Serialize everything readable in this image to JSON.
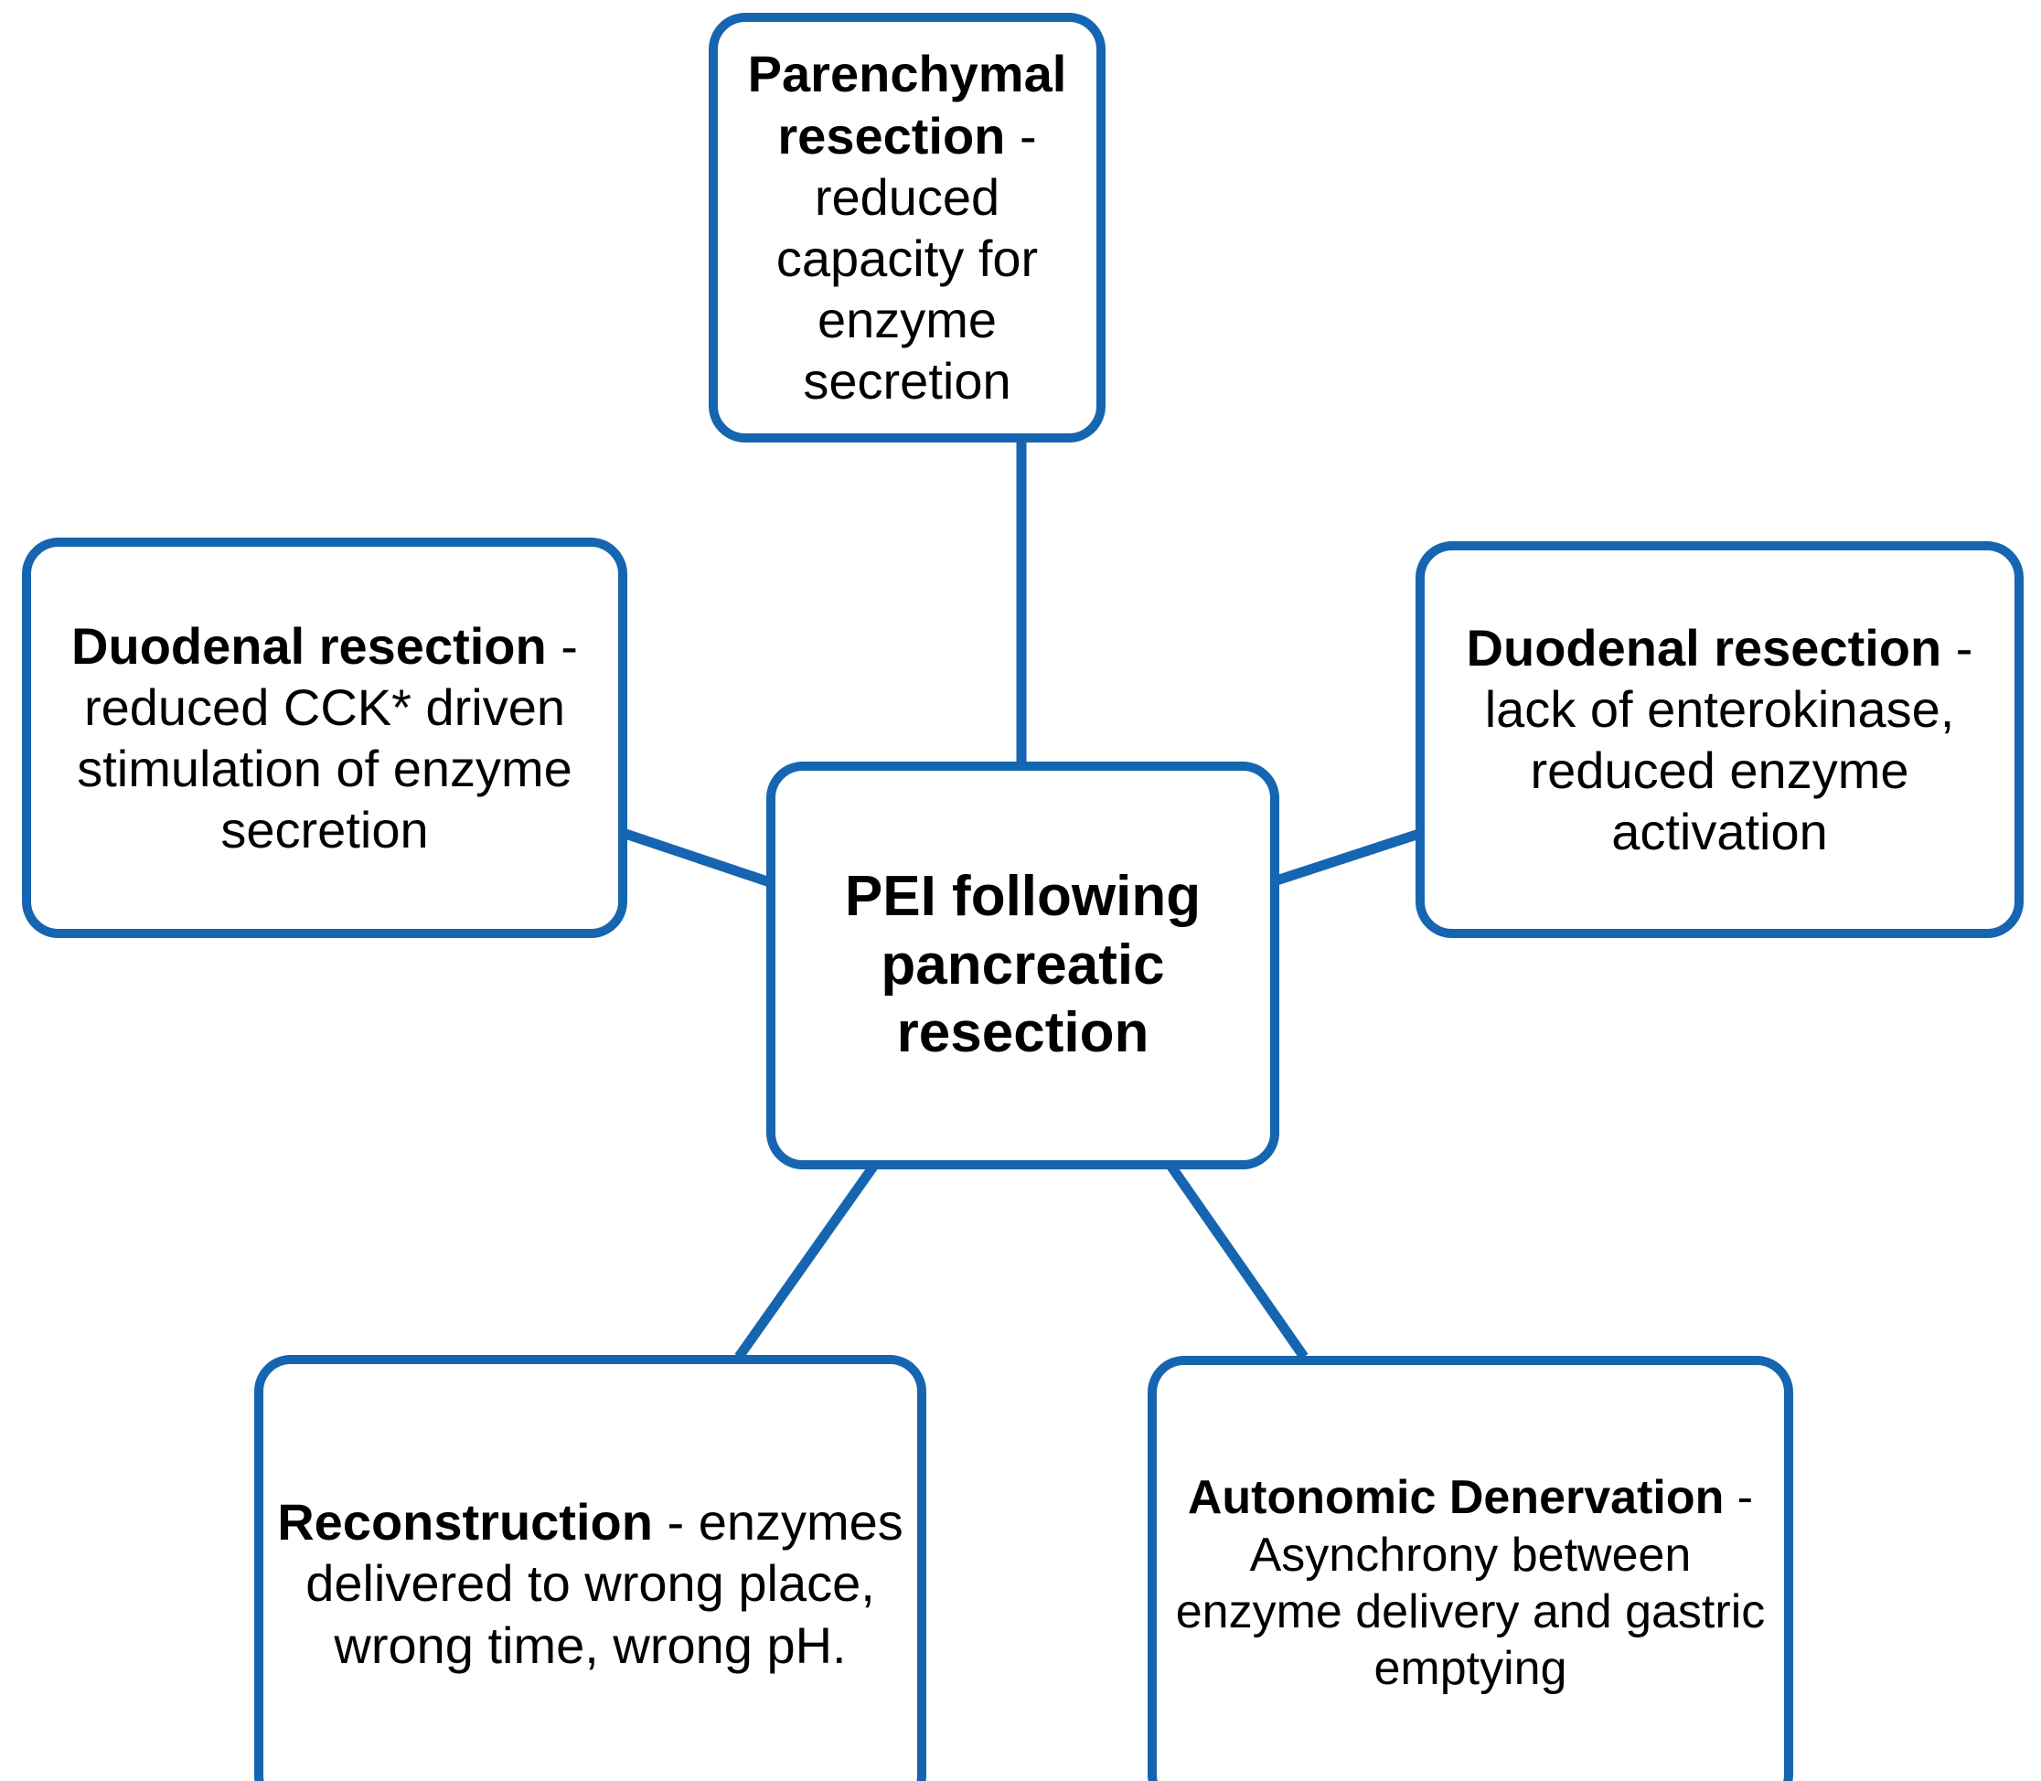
{
  "diagram": {
    "title_concept": "PEI following pancreatic resection",
    "accent_color": "#1565B0",
    "background_color": "#FFFFFF",
    "text_color": "#000000",
    "center": {
      "id": "pei-center",
      "text": "PEI following pancreatic resection",
      "emphasis": "all-bold"
    },
    "nodes": [
      {
        "id": "parenchymal",
        "position": "top",
        "heading": "Parenchymal resection",
        "body": " - reduced capacity for enzyme secretion",
        "full_text": "Parenchymal resection - reduced capacity for enzyme secretion"
      },
      {
        "id": "duodenal-cck",
        "position": "left",
        "heading": "Duodenal resection",
        "body": " - reduced CCK* driven stimulation of enzyme secretion",
        "full_text": "Duodenal resection - reduced CCK* driven stimulation of enzyme secretion"
      },
      {
        "id": "duodenal-enterokinase",
        "position": "right",
        "heading": "Duodenal resection",
        "body": " - lack of enterokinase, reduced enzyme activation",
        "full_text": "Duodenal resection - lack of enterokinase, reduced enzyme activation"
      },
      {
        "id": "reconstruction",
        "position": "bottom-left",
        "heading": "Reconstruction",
        "body": " - enzymes delivered to wrong place, wrong time, wrong pH.",
        "full_text": "Reconstruction - enzymes delivered to wrong place, wrong time, wrong pH."
      },
      {
        "id": "autonomic",
        "position": "bottom-right",
        "heading": "Autonomic Denervation",
        "body": " - Asynchrony between enzyme delivery and gastric emptying",
        "full_text": "Autonomic Denervation - Asynchrony between enzyme delivery and gastric emptying"
      }
    ],
    "connectors": [
      {
        "from": "pei-center",
        "to": "parenchymal",
        "style": "straight-vertical"
      },
      {
        "from": "pei-center",
        "to": "duodenal-cck",
        "style": "straight-diagonal"
      },
      {
        "from": "pei-center",
        "to": "duodenal-enterokinase",
        "style": "straight-diagonal"
      },
      {
        "from": "pei-center",
        "to": "reconstruction",
        "style": "straight-diagonal"
      },
      {
        "from": "pei-center",
        "to": "autonomic",
        "style": "straight-diagonal"
      }
    ]
  }
}
